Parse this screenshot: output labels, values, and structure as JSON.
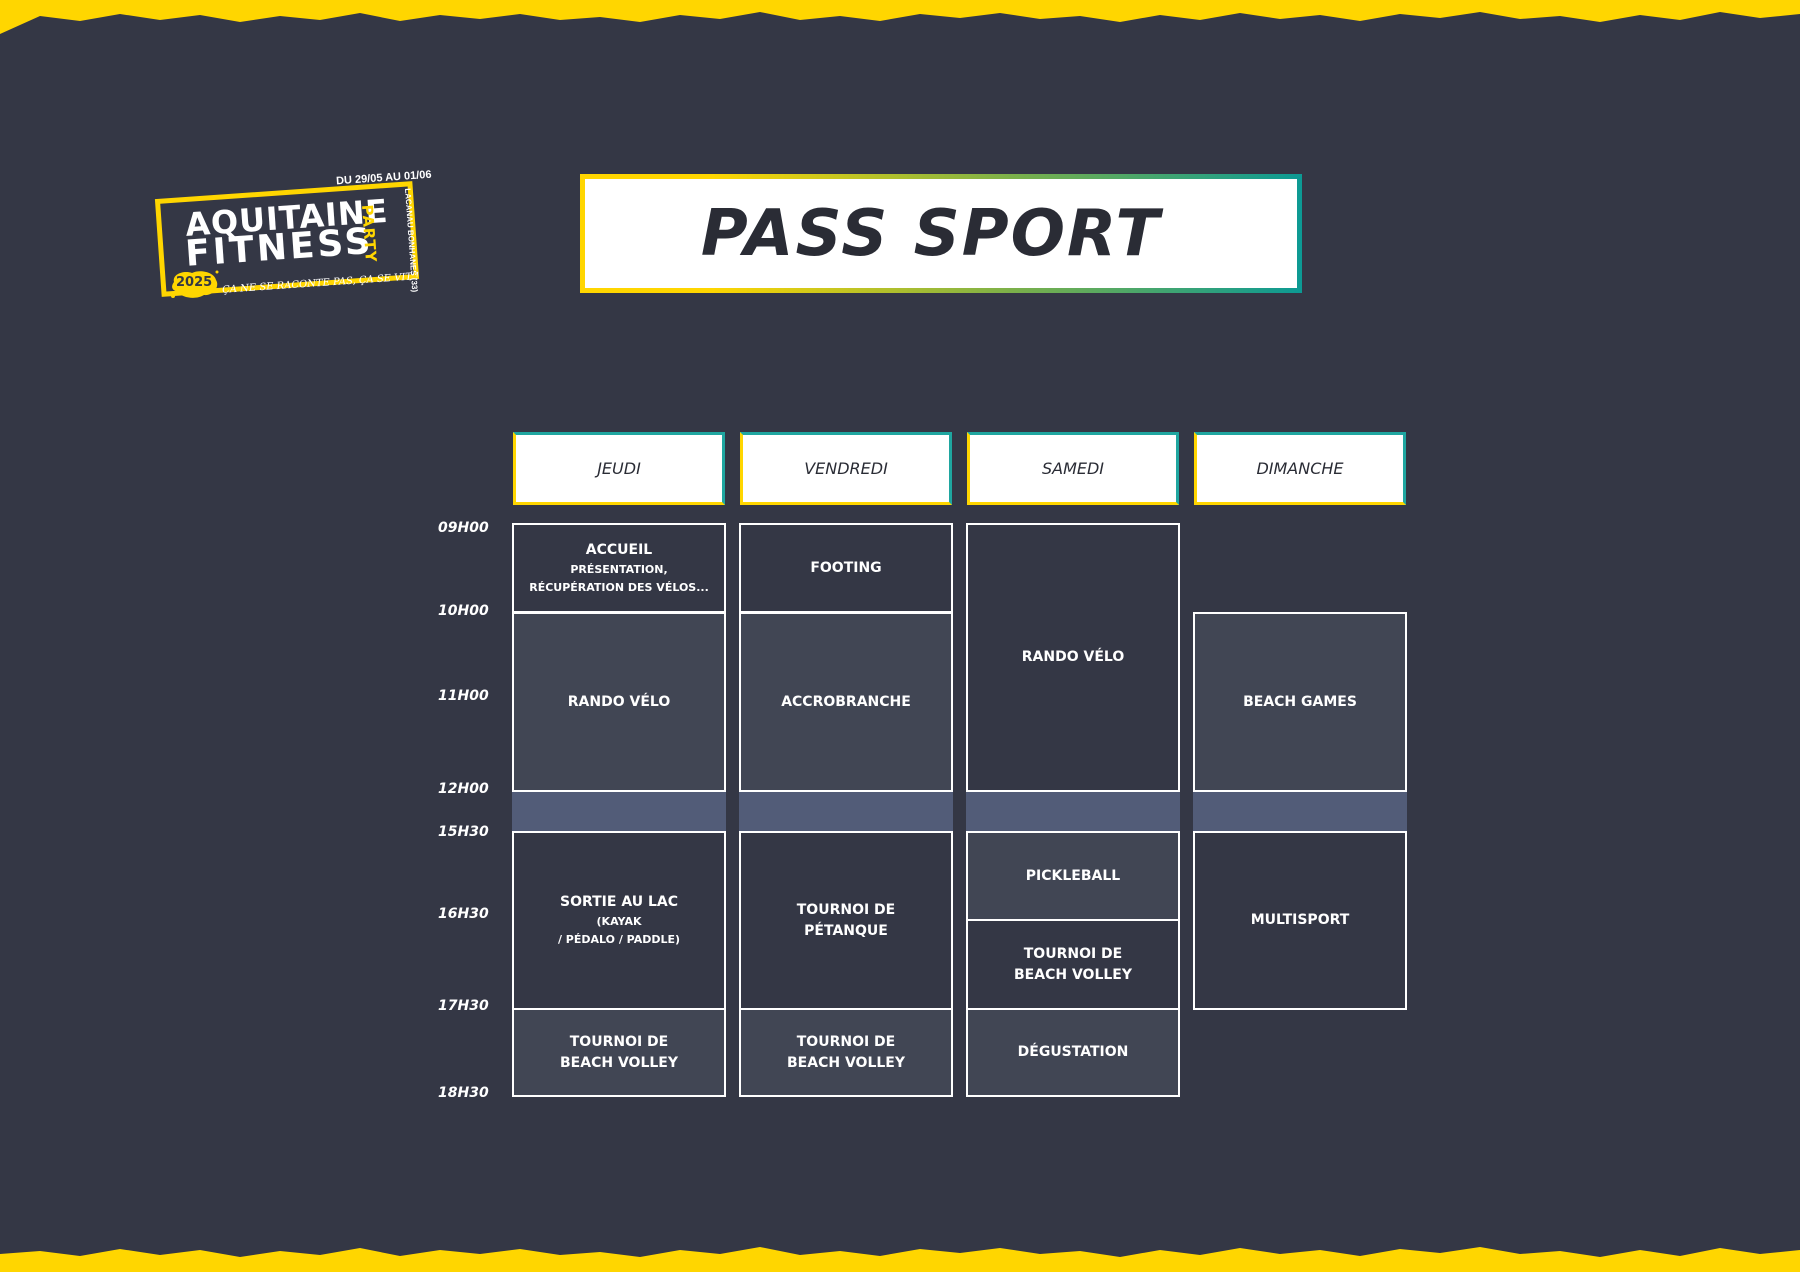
{
  "logo": {
    "line1": "AQUITAINE",
    "line2": "FITNESS",
    "party": "PARTY",
    "dates": "DU 29/05 AU 01/06",
    "venue": "LACANAU BONHANES (33)",
    "year": "2025",
    "tagline": "ÇA NE SE RACONTE PAS, ÇA SE VIT !"
  },
  "title": "PASS SPORT",
  "colors": {
    "background": "#343745",
    "accent_yellow": "#ffd600",
    "accent_teal": "#0c9a94",
    "break_band": "#525c78"
  },
  "days": [
    "JEUDI",
    "VENDREDI",
    "SAMEDI",
    "DIMANCHE"
  ],
  "times": [
    "09H00",
    "10H00",
    "11H00",
    "12H00",
    "15H30",
    "16H30",
    "17H30",
    "18H30"
  ],
  "schedule": {
    "jeudi": {
      "accueil": {
        "title": "ACCUEIL",
        "sub1": "PRÉSENTATION,",
        "sub2": "RÉCUPÉRATION DES VÉLOS..."
      },
      "rando": "RANDO VÉLO",
      "sortie": {
        "title": "SORTIE AU LAC",
        "sub1": "(KAYAK",
        "sub2": "/ PÉDALO / PADDLE)"
      },
      "volley": {
        "line1": "TOURNOI DE",
        "line2": "BEACH VOLLEY"
      }
    },
    "vendredi": {
      "footing": "FOOTING",
      "accrobranche": "ACCROBRANCHE",
      "petanque": {
        "line1": "TOURNOI DE",
        "line2": "PÉTANQUE"
      },
      "volley": {
        "line1": "TOURNOI DE",
        "line2": "BEACH VOLLEY"
      }
    },
    "samedi": {
      "rando": "RANDO VÉLO",
      "pickleball": "PICKLEBALL",
      "volley": {
        "line1": "TOURNOI DE",
        "line2": "BEACH VOLLEY"
      },
      "degustation": "DÉGUSTATION"
    },
    "dimanche": {
      "beach": "BEACH GAMES",
      "multisport": "MULTISPORT"
    }
  }
}
